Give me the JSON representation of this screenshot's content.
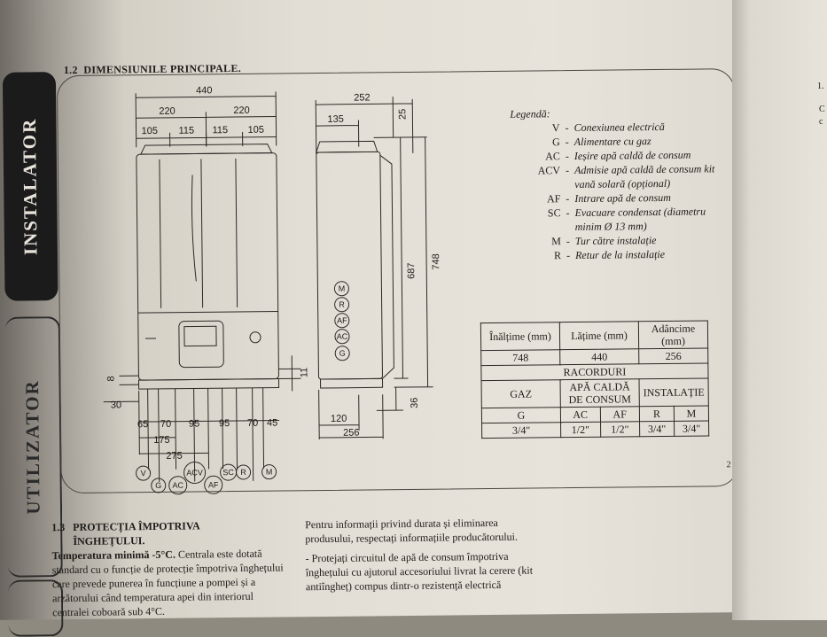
{
  "tabs": {
    "installer": "INSTALATOR",
    "user": "UTILIZATOR"
  },
  "section": {
    "number": "1.2",
    "title": "DIMENSIUNILE PRINCIPALE."
  },
  "front_dims": {
    "total": "440",
    "half_left": "220",
    "half_right": "220",
    "seg1": "105",
    "seg2": "115",
    "seg3": "115",
    "seg4": "105",
    "bottom_left_small": "8",
    "bottom_30": "30",
    "right_11": "11"
  },
  "bottom_dims": {
    "d65": "65",
    "d70a": "70",
    "d95a": "95",
    "d95b": "95",
    "d70b": "70",
    "d45": "45",
    "d175": "175",
    "d275": "275"
  },
  "connectors_top": [
    "V",
    "ACV",
    "SC",
    "R",
    "M"
  ],
  "connectors_bottom": [
    "G",
    "AC",
    "AF"
  ],
  "side_dims": {
    "depth": "252",
    "d135": "135",
    "d25": "25",
    "h687": "687",
    "h748": "748",
    "d120": "120",
    "d256": "256",
    "d36": "36"
  },
  "side_circles": [
    "M",
    "R",
    "AF",
    "AC",
    "G"
  ],
  "legend": {
    "title": "Legendă:",
    "items": [
      {
        "code": "V",
        "desc": "Conexiunea electrică"
      },
      {
        "code": "G",
        "desc": "Alimentare cu gaz"
      },
      {
        "code": "AC",
        "desc": "Ieșire apă caldă de consum"
      },
      {
        "code": "ACV",
        "desc": "Admisie apă caldă de consum kit vană solară (opțional)"
      },
      {
        "code": "AF",
        "desc": "Intrare apă de consum"
      },
      {
        "code": "SC",
        "desc": "Evacuare condensat (diametru minim Ø 13 mm)"
      },
      {
        "code": "M",
        "desc": "Tur către instalație"
      },
      {
        "code": "R",
        "desc": "Retur de la instalație"
      }
    ]
  },
  "table": {
    "h_height": "Înălțime (mm)",
    "h_width": "Lățime (mm)",
    "h_depth": "Adâncime (mm)",
    "v_height": "748",
    "v_width": "440",
    "v_depth": "256",
    "racorduri": "RACORDURI",
    "gaz": "GAZ",
    "apa": "APĂ CALDĂ DE CONSUM",
    "instalatie": "INSTALAȚIE",
    "c_g": "G",
    "c_ac": "AC",
    "c_af": "AF",
    "c_r": "R",
    "c_m": "M",
    "s_g": "3/4\"",
    "s_ac": "1/2\"",
    "s_af": "1/2\"",
    "s_r": "3/4\"",
    "s_m": "3/4\""
  },
  "page_number": "2",
  "section13": {
    "number": "1.3",
    "title_line1": "PROTECȚIA ÎMPOTRIVA",
    "title_line2": "ÎNGHEȚULUI.",
    "lead": "Temperatura minimă -5°C.",
    "text1": " Centrala este dotată standard cu o funcție de protecție împotriva înghețului care prevede punerea în funcțiune a pompei și a arzătorului când temperatura apei din interiorul centralei coboară sub 4°C."
  },
  "col2": {
    "p1": "Pentru informații privind durata și eliminarea produsului, respectați informațiile producătorului.",
    "p2": "- Protejați circuitul de apă de consum împotriva înghețului cu ajutorul accesoriului livrat la cerere (kit antiîngheț) compus dintr-o rezistență electrică"
  },
  "right_page": {
    "t1": "1.",
    "t2": "C",
    "t3": "c"
  }
}
